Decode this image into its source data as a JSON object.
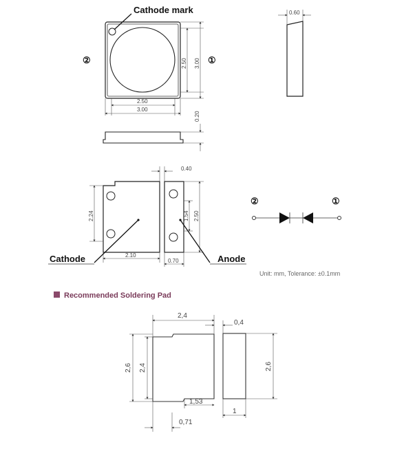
{
  "callouts": {
    "cathode_mark": "Cathode mark",
    "cathode": "Cathode",
    "anode": "Anode"
  },
  "pins": {
    "pin1": "①",
    "pin2": "②"
  },
  "top_view": {
    "dim_inner_width": "2.50",
    "dim_outer_width": "3.00",
    "dim_inner_height": "2.50",
    "dim_outer_height": "3.00"
  },
  "side_view": {
    "dim_thickness": "0.60",
    "dim_height": "0.20"
  },
  "bottom_view": {
    "dim_gap": "0.40",
    "dim_pad_height": "2.24",
    "dim_small_pad": "1.54",
    "dim_total_height": "2.50",
    "dim_large_pad_width": "2.10",
    "dim_small_pad_width": "0.70"
  },
  "note": "Unit: mm, Tolerance: ±0.1mm",
  "soldering": {
    "title": "Recommended Soldering Pad",
    "accent_color": "#8b4a6b",
    "title_color": "#7a3b5a",
    "dim_width": "2,4",
    "dim_gap": "0,4",
    "dim_outer_height": "2,6",
    "dim_inner_height": "2,4",
    "dim_right_height": "2,6",
    "dim_notch": "1,53",
    "dim_small_width": "1",
    "dim_offset": "0,71"
  }
}
